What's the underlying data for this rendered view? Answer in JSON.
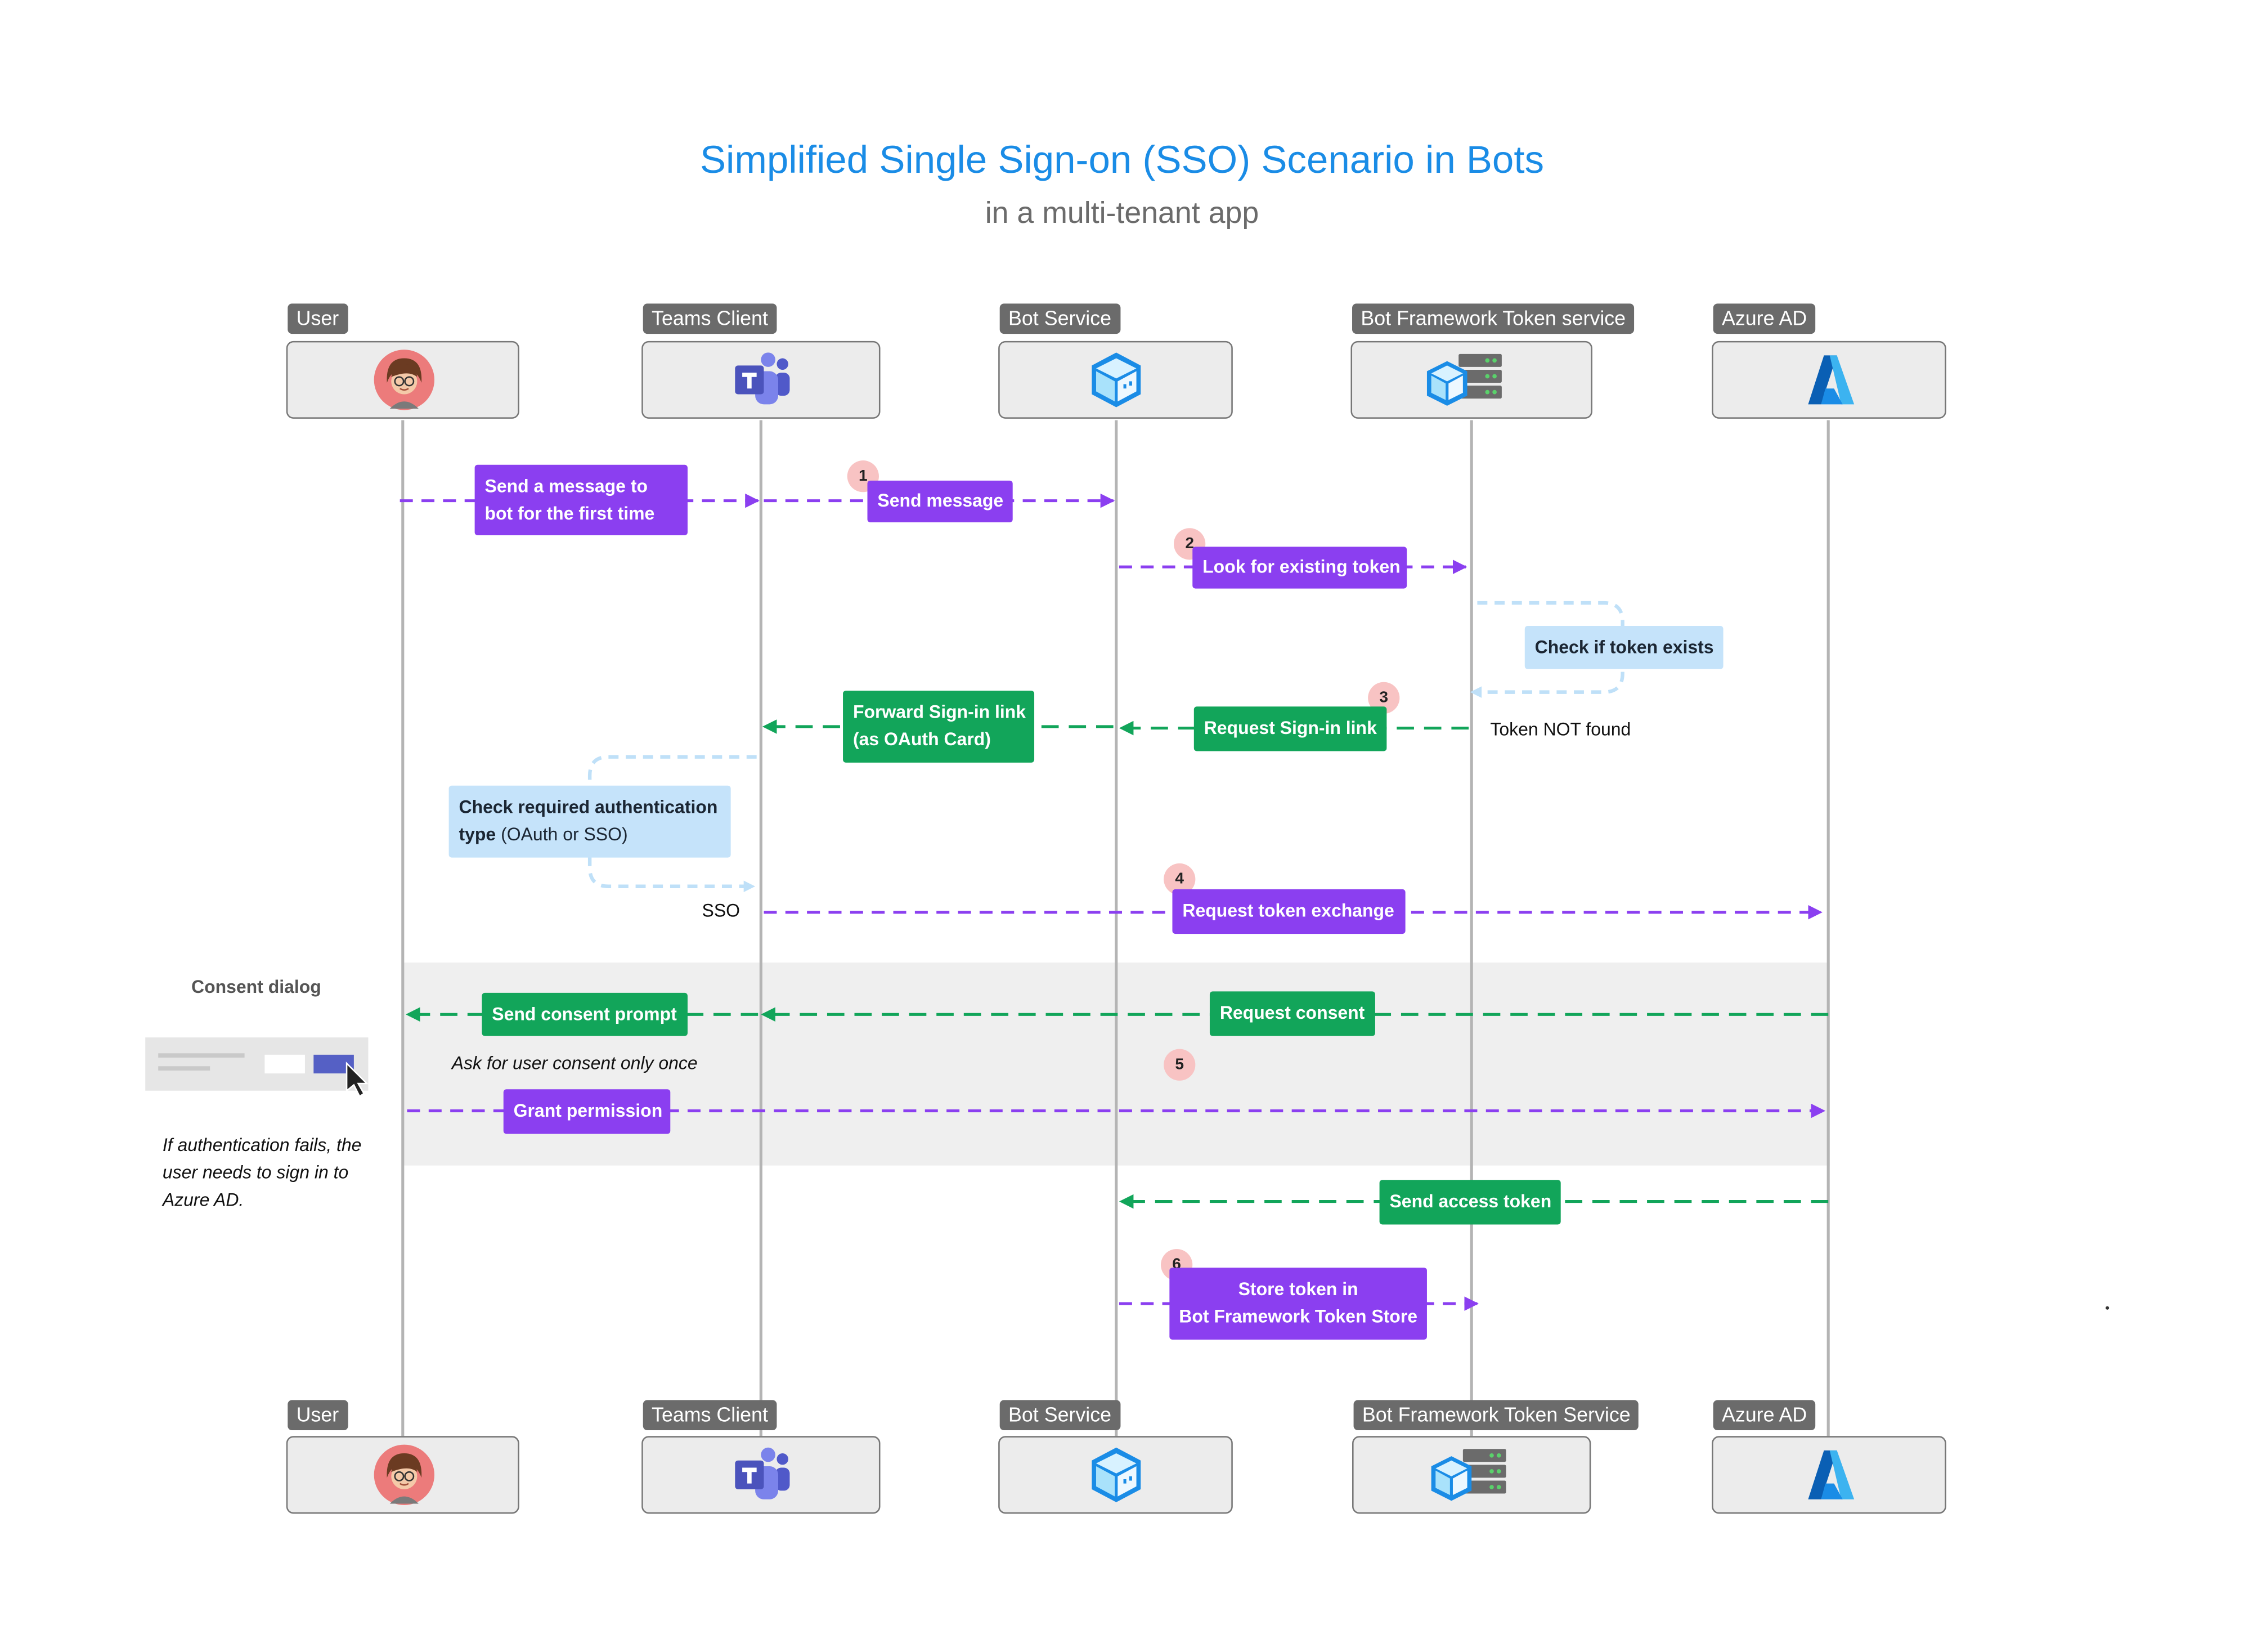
{
  "title": "Simplified Single Sign-on (SSO) Scenario in Bots",
  "subtitle": "in a multi-tenant app",
  "actors_top": [
    {
      "label": "User",
      "icon": "user-avatar-icon"
    },
    {
      "label": "Teams Client",
      "icon": "teams-icon"
    },
    {
      "label": "Bot Service",
      "icon": "bot-service-cube-icon"
    },
    {
      "label": "Bot Framework Token service",
      "icon": "token-service-server-icon"
    },
    {
      "label": "Azure AD",
      "icon": "azure-ad-icon"
    }
  ],
  "actors_bottom": [
    {
      "label": "User"
    },
    {
      "label": "Teams Client"
    },
    {
      "label": "Bot Service"
    },
    {
      "label": "Bot Framework Token Service"
    },
    {
      "label": "Azure AD"
    }
  ],
  "steps": {
    "s1_user_msg": "Send a message to bot for the first time",
    "s1_send": "Send message",
    "s2_look": "Look for existing token",
    "check_token": "Check if token exists",
    "token_not_found": "Token NOT found",
    "s3_request_signin": "Request Sign-in link",
    "forward_signin_1": "Forward Sign-in link",
    "forward_signin_2": "(as OAuth Card)",
    "check_auth_bold": "Check required authentication type",
    "check_auth_rest": " (OAuth or SSO)",
    "sso": "SSO",
    "s4_request_exchange": "Request token exchange",
    "consent_dialog": "Consent dialog",
    "send_consent_prompt": "Send consent prompt",
    "request_consent": "Request consent",
    "ask_consent_once": "Ask for user consent only once",
    "grant_permission": "Grant permission",
    "auth_fails_note": "If authentication fails, the user needs to sign in to Azure AD.",
    "send_access_token": "Send access token",
    "s6_store_1": "Store token in",
    "s6_store_2": "Bot Framework Token Store"
  },
  "badges": [
    "1",
    "2",
    "3",
    "4",
    "5",
    "6"
  ],
  "colors": {
    "title": "#1a8ce6",
    "purple": "#8b3ff0",
    "green": "#12a55a",
    "note_blue": "#c5e3fa",
    "badge": "#f8c3c3",
    "tag_gray": "#6b6b6b"
  }
}
